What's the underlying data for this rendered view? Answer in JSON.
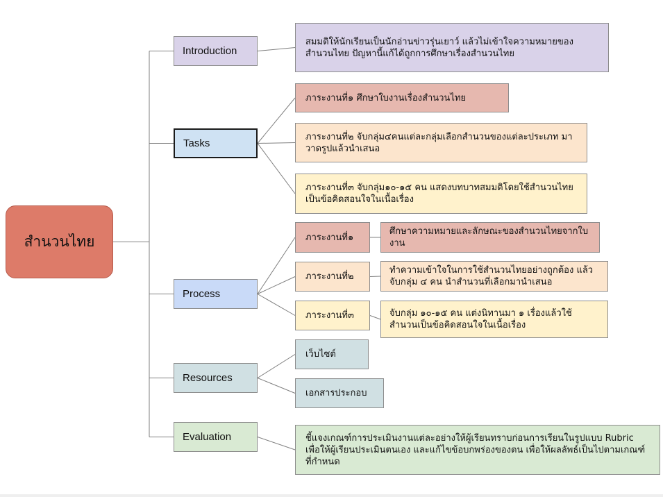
{
  "root": {
    "label": "สำนวนไทย"
  },
  "branches": [
    {
      "id": "introduction",
      "label": "Introduction"
    },
    {
      "id": "tasks",
      "label": "Tasks"
    },
    {
      "id": "process",
      "label": "Process"
    },
    {
      "id": "resources",
      "label": "Resources"
    },
    {
      "id": "evaluation",
      "label": "Evaluation"
    }
  ],
  "leaves": {
    "introduction": [
      "สมมติให้นักเรียนเป็นนักอ่านข่าวรุ่นเยาว์ แล้วไม่เข้าใจความหมายของสำนวนไทย ปัญหานี้แก้ได้ถูกการศึกษาเรื่องสำนวนไทย"
    ],
    "tasks": [
      "ภาระงานที่๑ ศึกษาใบงานเรื่องสำนวนไทย",
      "ภาระงานที่๒ จับกลุ่ม๔คนแต่ละกลุ่มเลือกสำนวนของแต่ละประเภท มาวาดรูปแล้วนำเสนอ",
      "ภาระงานที่๓ จับกลุ่ม๑๐-๑๕ คน แสดงบทบาทสมมติโดยใช้สำนวนไทยเป็นข้อคิดสอนใจในเนื้อเรื่อง"
    ],
    "process": [
      {
        "label": "ภาระงานที่๑",
        "detail": "ศึกษาความหมายและลักษณะของสำนวนไทยจากใบงาน"
      },
      {
        "label": "ภาระงานที่๒",
        "detail": "ทำความเข้าใจในการใช้สำนวนไทยอย่างถูกต้อง แล้วจับกลุ่ม ๔ คน นำสำนวนที่เลือกมานำเสนอ"
      },
      {
        "label": "ภาระงานที่๓",
        "detail": "จับกลุ่ม ๑๐-๑๕ คน แต่งนิทานมา ๑ เรื่องแล้วใช้สำนวนเป็นข้อคิดสอนใจในเนื้อเรื่อง"
      }
    ],
    "resources": [
      "เว็บไซต์",
      "เอกสารประกอบ"
    ],
    "evaluation": [
      "ชี้แจงเกณฑ์การประเมินงานแต่ละอย่างให้ผู้เรียนทราบก่อนการเรียนในรูปแบบ Rubric เพื่อให้ผู้เรียนประเมินตนเอง และแก้ไขข้อบกพร่องของตน เพื่อให้ผลลัพธ์เป็นไปตามเกณฑ์ที่กำหนด"
    ]
  },
  "colors": {
    "root": "#dd7b69",
    "introduction": "#d9d2e9",
    "tasks": "#cfe2f3",
    "task1": "#e6b8af",
    "task2": "#fce5cd",
    "task3": "#fff2cc",
    "process": "#c9daf8",
    "resources": "#d0e0e3",
    "evaluation": "#d9ead3",
    "connector": "#7f7f7f"
  }
}
